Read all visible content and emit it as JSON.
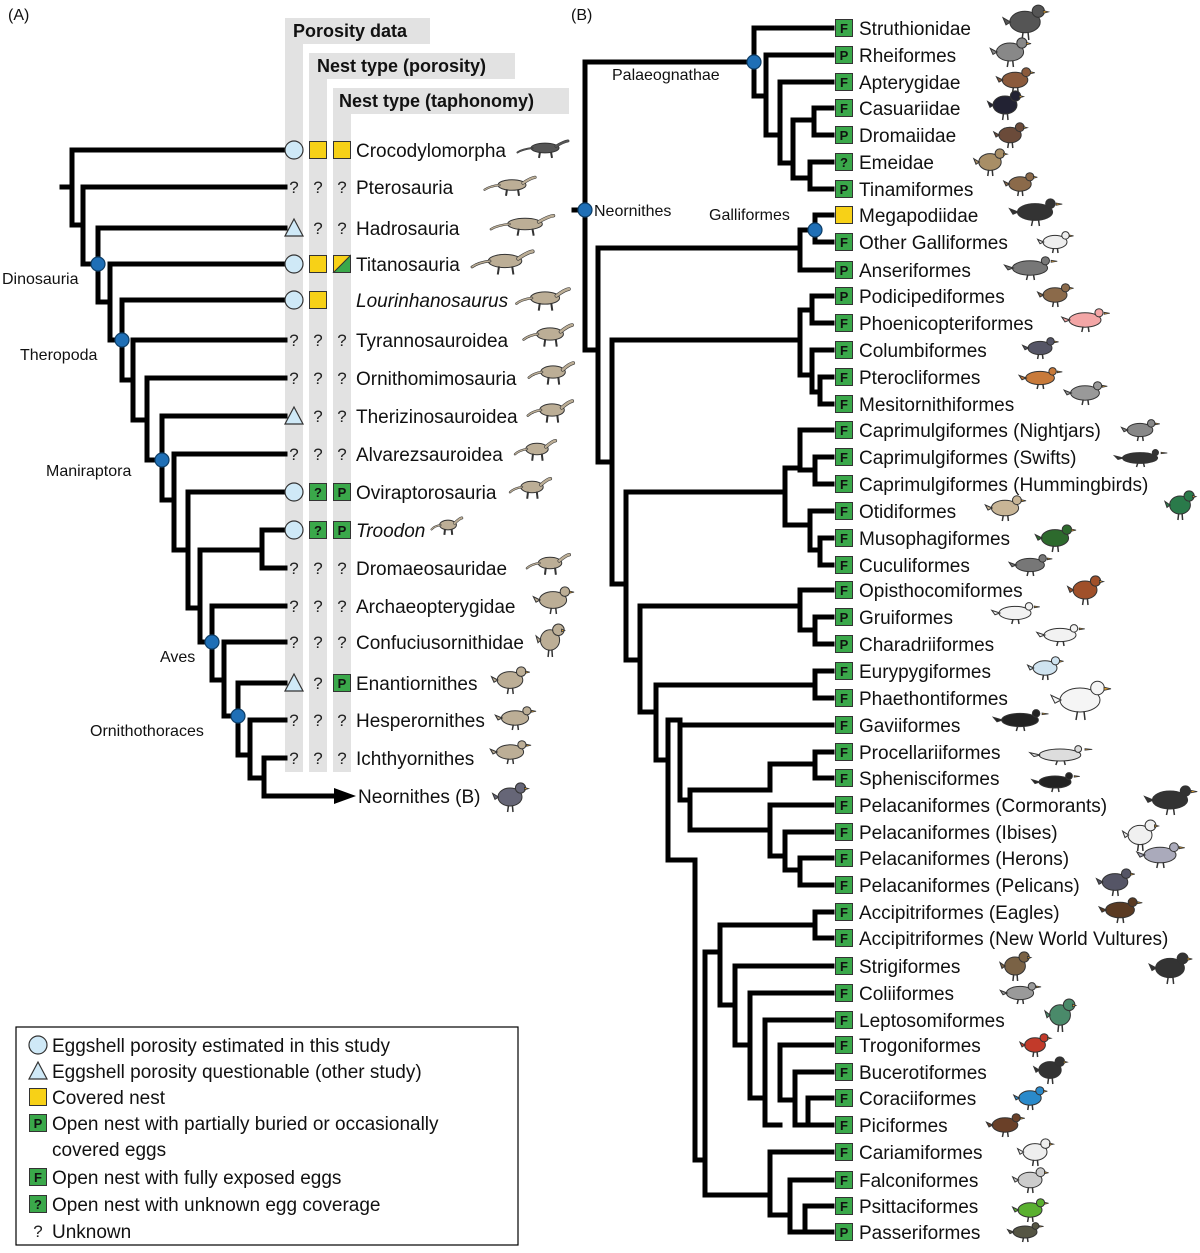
{
  "panel_a": {
    "label": "(A)",
    "column_headers": [
      "Porosity data",
      "Nest type (porosity)",
      "Nest type (taphonomy)"
    ],
    "taxa": [
      {
        "name": "Crocodylomorpha",
        "italic": false,
        "porosity": "circle",
        "nest_porosity": "C",
        "nest_taphonomy": "C"
      },
      {
        "name": "Pterosauria",
        "italic": false,
        "porosity": "?",
        "nest_porosity": "?",
        "nest_taphonomy": "?"
      },
      {
        "name": "Hadrosauria",
        "italic": false,
        "porosity": "triangle",
        "nest_porosity": "?",
        "nest_taphonomy": "?"
      },
      {
        "name": "Titanosauria",
        "italic": false,
        "porosity": "circle",
        "nest_porosity": "C",
        "nest_taphonomy": "CP"
      },
      {
        "name": "Lourinhanosaurus",
        "italic": true,
        "porosity": "circle",
        "nest_porosity": "C",
        "nest_taphonomy": ""
      },
      {
        "name": "Tyrannosauroidea",
        "italic": false,
        "porosity": "?",
        "nest_porosity": "?",
        "nest_taphonomy": "?"
      },
      {
        "name": "Ornithomimosauria",
        "italic": false,
        "porosity": "?",
        "nest_porosity": "?",
        "nest_taphonomy": "?"
      },
      {
        "name": "Therizinosauroidea",
        "italic": false,
        "porosity": "triangle",
        "nest_porosity": "?",
        "nest_taphonomy": "?"
      },
      {
        "name": "Alvarezsauroidea",
        "italic": false,
        "porosity": "?",
        "nest_porosity": "?",
        "nest_taphonomy": "?"
      },
      {
        "name": "Oviraptorosauria",
        "italic": false,
        "porosity": "circle",
        "nest_porosity": "G?",
        "nest_taphonomy": "P"
      },
      {
        "name": "Troodon",
        "italic": true,
        "porosity": "circle",
        "nest_porosity": "G?",
        "nest_taphonomy": "P"
      },
      {
        "name": "Dromaeosauridae",
        "italic": false,
        "porosity": "?",
        "nest_porosity": "?",
        "nest_taphonomy": "?"
      },
      {
        "name": "Archaeopterygidae",
        "italic": false,
        "porosity": "?",
        "nest_porosity": "?",
        "nest_taphonomy": "?"
      },
      {
        "name": "Confuciusornithidae",
        "italic": false,
        "porosity": "?",
        "nest_porosity": "?",
        "nest_taphonomy": "?"
      },
      {
        "name": "Enantiornithes",
        "italic": false,
        "porosity": "triangle",
        "nest_porosity": "?",
        "nest_taphonomy": "P"
      },
      {
        "name": "Hesperornithes",
        "italic": false,
        "porosity": "?",
        "nest_porosity": "?",
        "nest_taphonomy": "?"
      },
      {
        "name": "Ichthyornithes",
        "italic": false,
        "porosity": "?",
        "nest_porosity": "?",
        "nest_taphonomy": "?"
      }
    ],
    "arrow_label": "Neornithes (B)",
    "clades": [
      "Dinosauria",
      "Theropoda",
      "Maniraptora",
      "Aves",
      "Ornithothoraces"
    ]
  },
  "panel_b": {
    "label": "(B)",
    "clades": [
      "Palaeognathae",
      "Neornithes",
      "Galliformes"
    ],
    "taxa": [
      {
        "name": "Struthionidae",
        "code": "F"
      },
      {
        "name": "Rheiformes",
        "code": "P"
      },
      {
        "name": "Apterygidae",
        "code": "F"
      },
      {
        "name": "Casuariidae",
        "code": "F"
      },
      {
        "name": "Dromaiidae",
        "code": "P"
      },
      {
        "name": "Emeidae",
        "code": "?"
      },
      {
        "name": "Tinamiformes",
        "code": "P"
      },
      {
        "name": "Megapodiidae",
        "code": "C"
      },
      {
        "name": "Other Galliformes",
        "code": "F"
      },
      {
        "name": "Anseriformes",
        "code": "P"
      },
      {
        "name": "Podicipediformes",
        "code": "P"
      },
      {
        "name": "Phoenicopteriformes",
        "code": "F"
      },
      {
        "name": "Columbiformes",
        "code": "F"
      },
      {
        "name": "Pterocliformes",
        "code": "F"
      },
      {
        "name": "Mesitornithiformes",
        "code": "F"
      },
      {
        "name": "Caprimulgiformes (Nightjars)",
        "code": "F"
      },
      {
        "name": "Caprimulgiformes (Swifts)",
        "code": "F"
      },
      {
        "name": "Caprimulgiformes (Hummingbirds)",
        "code": "F"
      },
      {
        "name": "Otidiformes",
        "code": "F"
      },
      {
        "name": "Musophagiformes",
        "code": "F"
      },
      {
        "name": "Cuculiformes",
        "code": "F"
      },
      {
        "name": "Opisthocomiformes",
        "code": "F"
      },
      {
        "name": "Gruiformes",
        "code": "P"
      },
      {
        "name": "Charadriiformes",
        "code": "P"
      },
      {
        "name": "Eurypygiformes",
        "code": "F"
      },
      {
        "name": "Phaethontiformes",
        "code": "F"
      },
      {
        "name": "Gaviiformes",
        "code": "F"
      },
      {
        "name": "Procellariiformes",
        "code": "F"
      },
      {
        "name": "Sphenisciformes",
        "code": "F"
      },
      {
        "name": "Pelacaniformes (Cormorants)",
        "code": "F"
      },
      {
        "name": "Pelacaniformes (Ibises)",
        "code": "F"
      },
      {
        "name": "Pelacaniformes (Herons)",
        "code": "F"
      },
      {
        "name": "Pelacaniformes (Pelicans)",
        "code": "F"
      },
      {
        "name": "Accipitriformes (Eagles)",
        "code": "F"
      },
      {
        "name": "Accipitriformes (New World Vultures)",
        "code": "F"
      },
      {
        "name": "Strigiformes",
        "code": "F"
      },
      {
        "name": "Coliiformes",
        "code": "F"
      },
      {
        "name": "Leptosomiformes",
        "code": "F"
      },
      {
        "name": "Trogoniformes",
        "code": "F"
      },
      {
        "name": "Bucerotiformes",
        "code": "F"
      },
      {
        "name": "Coraciiformes",
        "code": "F"
      },
      {
        "name": "Piciformes",
        "code": "F"
      },
      {
        "name": "Cariamiformes",
        "code": "F"
      },
      {
        "name": "Falconiformes",
        "code": "F"
      },
      {
        "name": "Psittaciformes",
        "code": "F"
      },
      {
        "name": "Passeriformes",
        "code": "P"
      }
    ]
  },
  "legend": [
    {
      "symbol": "circle",
      "text": "Eggshell porosity estimated in this study"
    },
    {
      "symbol": "triangle",
      "text": "Eggshell porosity questionable (other study)"
    },
    {
      "symbol": "C",
      "text": "Covered nest"
    },
    {
      "symbol": "P",
      "text": "Open nest with partially buried or occasionally",
      "text2": "covered eggs"
    },
    {
      "symbol": "F",
      "text": "Open nest with fully exposed eggs"
    },
    {
      "symbol": "G?",
      "text": "Open nest with unknown egg coverage"
    },
    {
      "symbol": "?",
      "text": "Unknown"
    }
  ],
  "colors": {
    "branch": "#000000",
    "node": "#1f6fb6",
    "circle_fill": "#cfe9f7",
    "covered": "#f7d117",
    "open_green": "#3aa84a",
    "column_bg": "#e2e2e2"
  }
}
